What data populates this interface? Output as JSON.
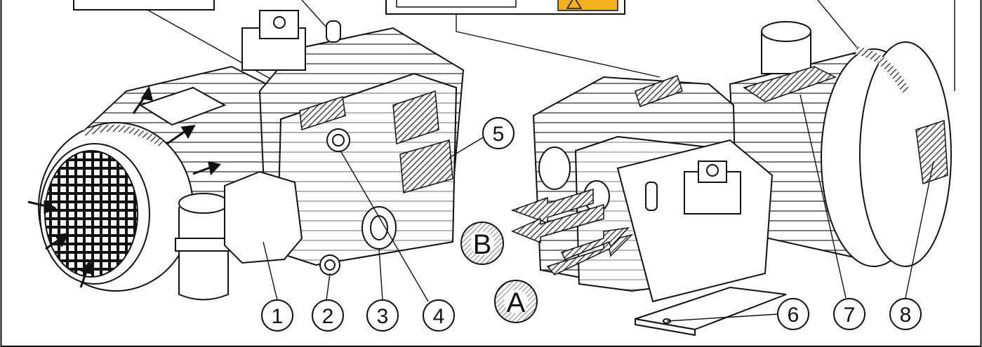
{
  "callouts": [
    {
      "id": "1",
      "label": "1"
    },
    {
      "id": "2",
      "label": "2"
    },
    {
      "id": "3",
      "label": "3"
    },
    {
      "id": "4",
      "label": "4"
    },
    {
      "id": "5",
      "label": "5"
    },
    {
      "id": "6",
      "label": "6"
    },
    {
      "id": "7",
      "label": "7"
    },
    {
      "id": "8",
      "label": "8"
    }
  ],
  "flow_markers": {
    "inlet": "A",
    "outlet": "B"
  },
  "colors": {
    "line": "#111111",
    "warning_label": "#f2b01e",
    "hatch": "#222222"
  }
}
